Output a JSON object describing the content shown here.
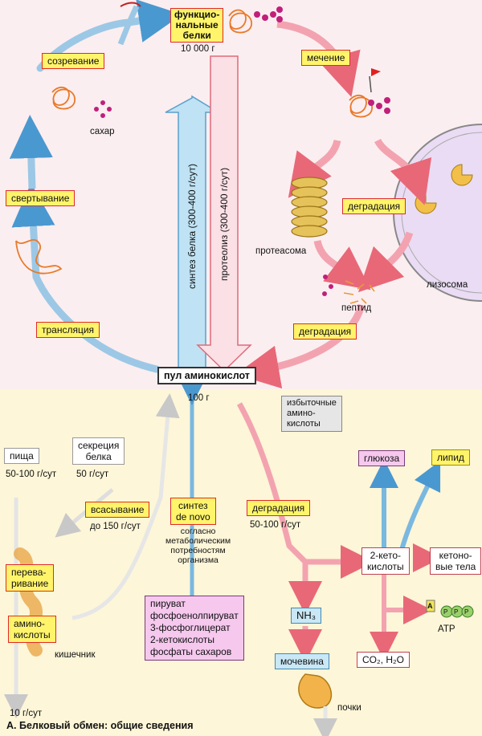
{
  "labels": {
    "functional_proteins": "функцио-\nнальные\nбелки",
    "functional_amount": "10 000 г",
    "maturation": "созревание",
    "tagging": "мечение",
    "sugar": "сахар",
    "folding": "свертывание",
    "degradation_upper": "деградация",
    "proteasome": "протеасома",
    "peptide": "пептид",
    "lysosome": "лизосома",
    "translation": "трансляция",
    "degradation_lower": "деградация",
    "synthesis_rate": "синтез белка (300-400 г/сут)",
    "proteolysis_rate": "протеолиз (300-400 г/сут)",
    "amino_pool": "пул аминокислот",
    "pool_amount": "100 г",
    "excess_amino": "избыточные\nамино-\nкислоты",
    "food": "пища",
    "food_rate": "50-100 г/сут",
    "secretion": "секреция\nбелка",
    "secretion_rate": "50 г/сут",
    "absorption": "всасывание",
    "absorption_rate": "до 150 г/сут",
    "de_novo": "синтез\nde novo",
    "de_novo_note": "согласно\nметаболическим\nпотребностям\nорганизма",
    "degradation_bottom": "деградация",
    "degradation_bottom_rate": "50-100 г/сут",
    "glucose": "глюкоза",
    "lipid": "липид",
    "digestion": "перева-\nривание",
    "amino_acids": "амино-\nкислоты",
    "intestine": "кишечник",
    "excretion_rate": "10 г/сут",
    "keto_acids": "2-кето-\nкислоты",
    "ketone_bodies": "кетоно-\nвые тела",
    "nh3": "NH₃",
    "atp": "ATP",
    "atp_a": "A",
    "atp_p": "P",
    "urea": "мочевина",
    "co2_h2o": "CO₂, H₂O",
    "kidneys": "почки",
    "precursors": "пируват\nфосфоенолпируват\n3-фосфоглицерат\n2-кетокислоты\nфосфаты сахаров"
  },
  "caption": "А. Белковый обмен: общие сведения",
  "colors": {
    "red_arrow": "#f08a9a",
    "blue_arrow": "#7ab8e0",
    "grey_arrow": "#d8d8d8",
    "yellow_label": "#fff46a",
    "protein_orange": "#e87a2a",
    "sugar_magenta": "#c0207a",
    "lysosome": "#e8d8f4"
  }
}
